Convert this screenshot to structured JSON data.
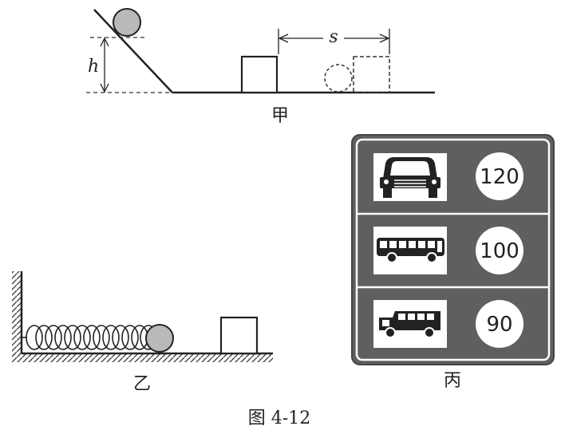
{
  "panel_jia": {
    "height_label": "h",
    "distance_label": "s",
    "caption": "甲"
  },
  "panel_yi": {
    "caption": "乙"
  },
  "panel_bing": {
    "caption": "丙",
    "sign_rows": [
      {
        "vehicle_icon": "car-icon",
        "limit": "120"
      },
      {
        "vehicle_icon": "bus-icon",
        "limit": "100"
      },
      {
        "vehicle_icon": "truck-icon",
        "limit": "90"
      }
    ]
  },
  "figure_caption": "图 4-12"
}
